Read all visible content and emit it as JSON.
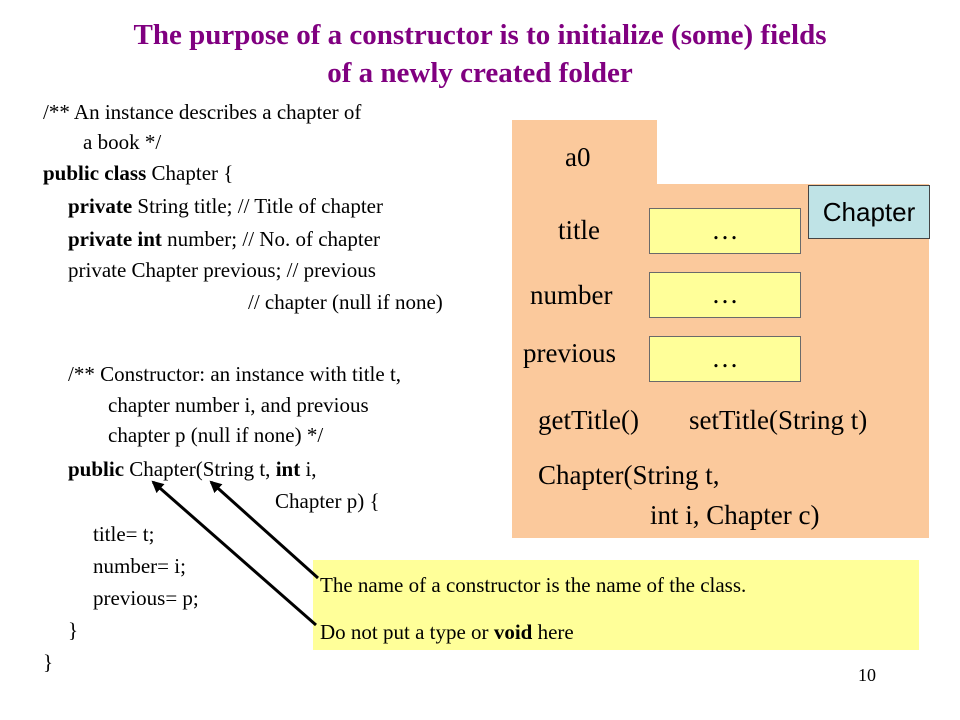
{
  "slide": {
    "title_line1": "The purpose of a constructor is to initialize (some) fields",
    "title_line2": "of a newly created folder",
    "page_number": "10"
  },
  "code": {
    "l1": "/** An instance describes a chapter of",
    "l2": "a book */",
    "l3_kw": "public class",
    "l3_rest": " Chapter {",
    "l4_kw": "private",
    "l4_rest": " String title; // Title of chapter",
    "l5_kw": "private int",
    "l5_rest": " number; // No. of chapter",
    "l6": "private Chapter previous; // previous",
    "l7": "// chapter (null if none)",
    "l8": "/** Constructor: an instance with title t,",
    "l9": "chapter number i, and previous",
    "l10": "chapter p (null if none) */",
    "l11_kw1": "public",
    "l11_mid": " Chapter(String t, ",
    "l11_kw2": "int",
    "l11_rest": " i,",
    "l12": "Chapter p) {",
    "l13": "title= t;",
    "l14": "number= i;",
    "l15": "previous= p;",
    "l16": "}",
    "l17": "}"
  },
  "folder": {
    "name": "a0",
    "class_name": "Chapter",
    "fields": [
      {
        "label": "title",
        "value": "…"
      },
      {
        "label": "number",
        "value": "…"
      },
      {
        "label": "previous",
        "value": "…"
      }
    ],
    "method_get": "getTitle()",
    "method_set": "setTitle(String t)",
    "ctor_line1": "Chapter(String t,",
    "ctor_line2": "int i, Chapter c)",
    "color": "#fbc99c"
  },
  "note": {
    "line1": "The name of a constructor is the name of the class.",
    "line2_pre": "Do not put a type or ",
    "line2_kw": "void",
    "line2_post": " here",
    "color": "#ffff99"
  }
}
